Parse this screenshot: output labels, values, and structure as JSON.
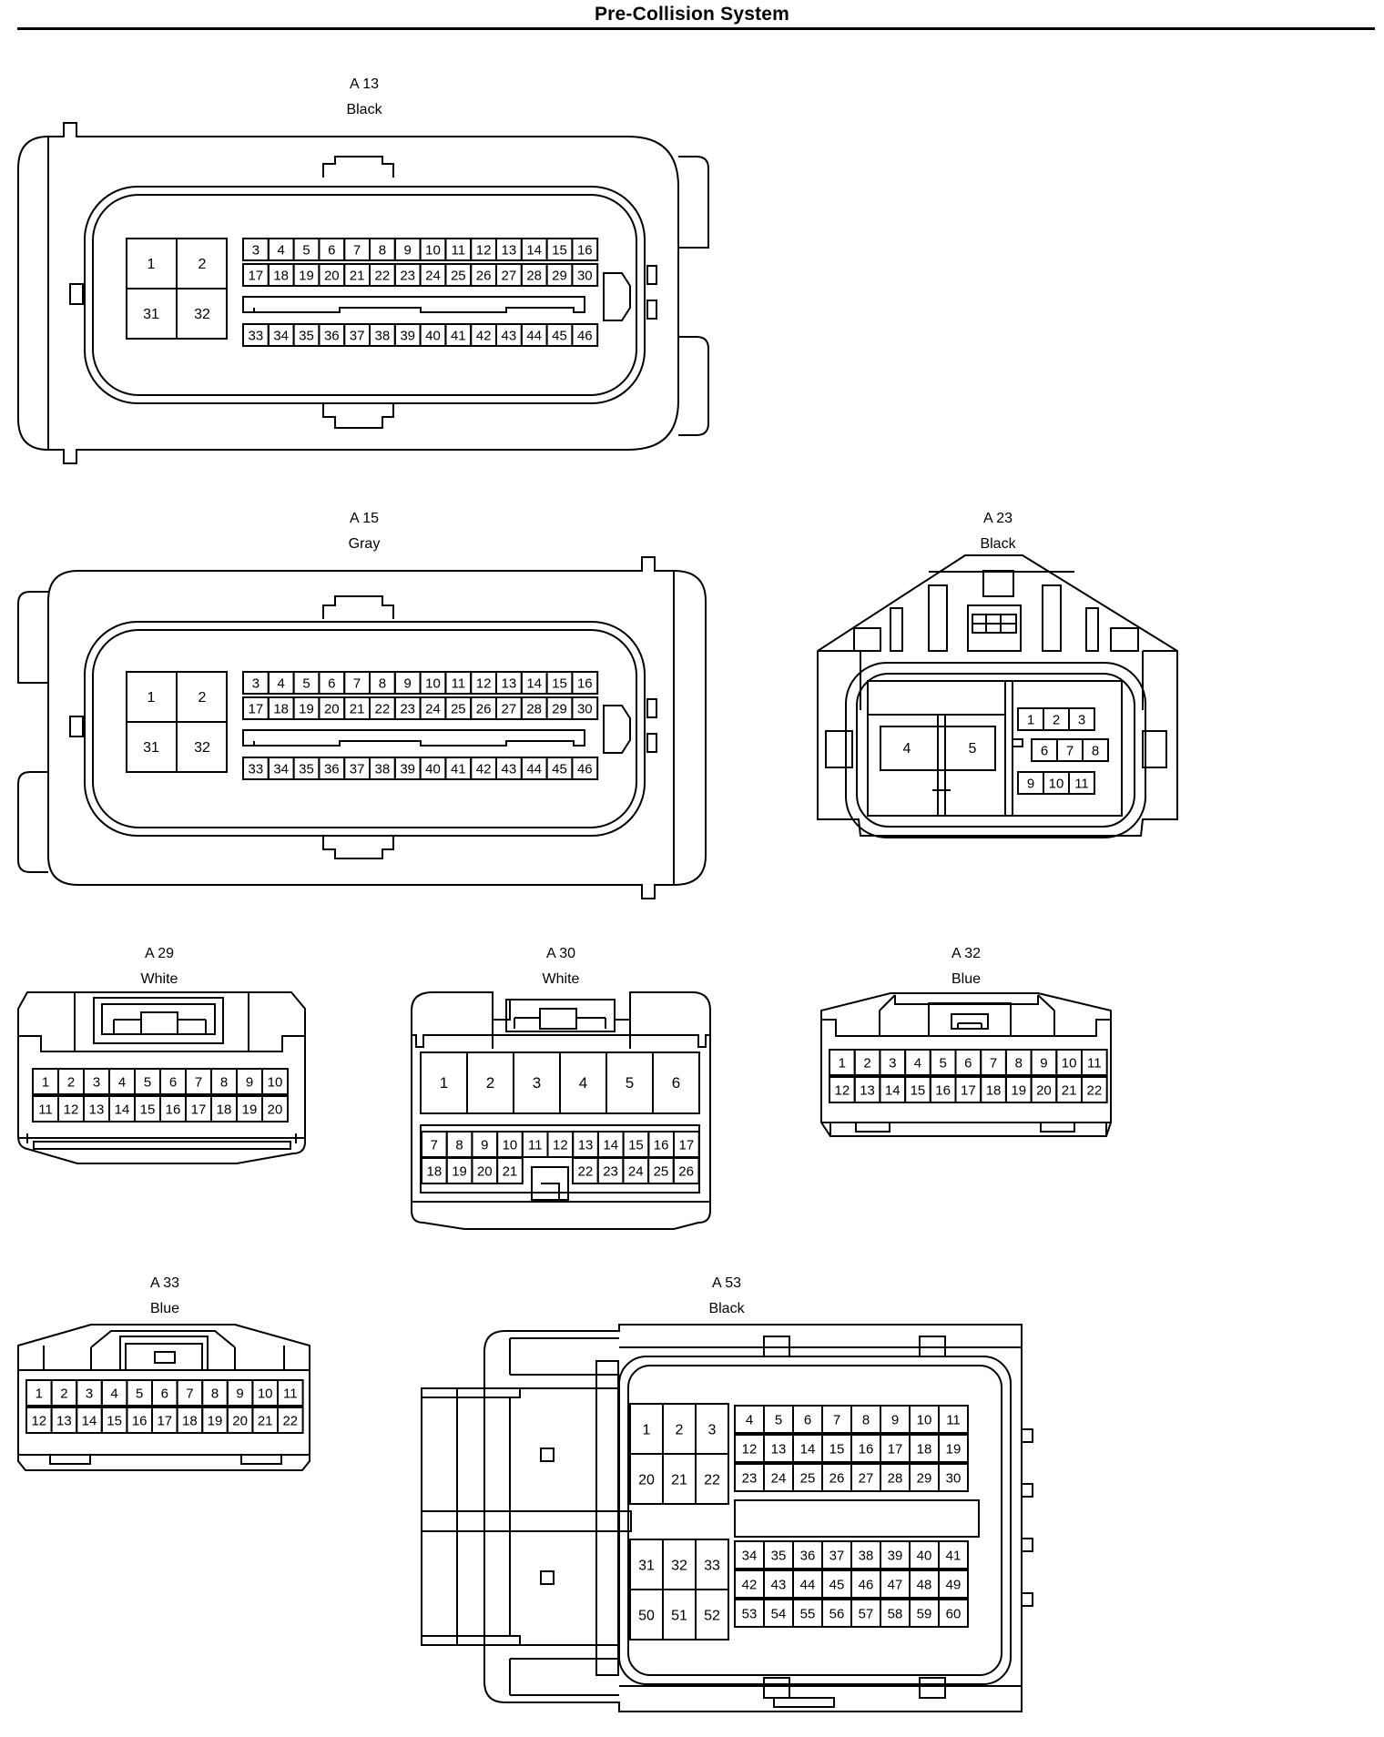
{
  "page": {
    "title": "Pre-Collision System"
  },
  "connectors": [
    {
      "id": "A 13",
      "color": "Black",
      "large_pins": [
        "1",
        "2",
        "31",
        "32"
      ],
      "rows": [
        [
          "3",
          "4",
          "5",
          "6",
          "7",
          "8",
          "9",
          "10",
          "11",
          "12",
          "13",
          "14",
          "15",
          "16"
        ],
        [
          "17",
          "18",
          "19",
          "20",
          "21",
          "22",
          "23",
          "24",
          "25",
          "26",
          "27",
          "28",
          "29",
          "30"
        ],
        [
          "33",
          "34",
          "35",
          "36",
          "37",
          "38",
          "39",
          "40",
          "41",
          "42",
          "43",
          "44",
          "45",
          "46"
        ]
      ]
    },
    {
      "id": "A 15",
      "color": "Gray",
      "large_pins": [
        "1",
        "2",
        "31",
        "32"
      ],
      "rows": [
        [
          "3",
          "4",
          "5",
          "6",
          "7",
          "8",
          "9",
          "10",
          "11",
          "12",
          "13",
          "14",
          "15",
          "16"
        ],
        [
          "17",
          "18",
          "19",
          "20",
          "21",
          "22",
          "23",
          "24",
          "25",
          "26",
          "27",
          "28",
          "29",
          "30"
        ],
        [
          "33",
          "34",
          "35",
          "36",
          "37",
          "38",
          "39",
          "40",
          "41",
          "42",
          "43",
          "44",
          "45",
          "46"
        ]
      ]
    },
    {
      "id": "A 23",
      "color": "Black",
      "large_pins": [
        "4",
        "5"
      ],
      "rows": [
        [
          "1",
          "2",
          "3"
        ],
        [
          "6",
          "7",
          "8"
        ],
        [
          "9",
          "10",
          "11"
        ]
      ]
    },
    {
      "id": "A 29",
      "color": "White",
      "rows": [
        [
          "1",
          "2",
          "3",
          "4",
          "5",
          "6",
          "7",
          "8",
          "9",
          "10"
        ],
        [
          "11",
          "12",
          "13",
          "14",
          "15",
          "16",
          "17",
          "18",
          "19",
          "20"
        ]
      ]
    },
    {
      "id": "A 30",
      "color": "White",
      "large_pins": [
        "1",
        "2",
        "3",
        "4",
        "5",
        "6"
      ],
      "rows": [
        [
          "7",
          "8",
          "9",
          "10",
          "11",
          "12",
          "13",
          "14",
          "15",
          "16",
          "17"
        ],
        [
          "18",
          "19",
          "20",
          "21"
        ],
        [
          "22",
          "23",
          "24",
          "25",
          "26"
        ]
      ]
    },
    {
      "id": "A 32",
      "color": "Blue",
      "rows": [
        [
          "1",
          "2",
          "3",
          "4",
          "5",
          "6",
          "7",
          "8",
          "9",
          "10",
          "11"
        ],
        [
          "12",
          "13",
          "14",
          "15",
          "16",
          "17",
          "18",
          "19",
          "20",
          "21",
          "22"
        ]
      ]
    },
    {
      "id": "A 33",
      "color": "Blue",
      "rows": [
        [
          "1",
          "2",
          "3",
          "4",
          "5",
          "6",
          "7",
          "8",
          "9",
          "10",
          "11"
        ],
        [
          "12",
          "13",
          "14",
          "15",
          "16",
          "17",
          "18",
          "19",
          "20",
          "21",
          "22"
        ]
      ]
    },
    {
      "id": "A 53",
      "color": "Black",
      "large_pins": [
        [
          "1",
          "2",
          "3"
        ],
        [
          "20",
          "21",
          "22"
        ],
        [
          "31",
          "32",
          "33"
        ],
        [
          "50",
          "51",
          "52"
        ]
      ],
      "rows": [
        [
          "4",
          "5",
          "6",
          "7",
          "8",
          "9",
          "10",
          "11"
        ],
        [
          "12",
          "13",
          "14",
          "15",
          "16",
          "17",
          "18",
          "19"
        ],
        [
          "23",
          "24",
          "25",
          "26",
          "27",
          "28",
          "29",
          "30"
        ],
        [
          "34",
          "35",
          "36",
          "37",
          "38",
          "39",
          "40",
          "41"
        ],
        [
          "42",
          "43",
          "44",
          "45",
          "46",
          "47",
          "48",
          "49"
        ],
        [
          "53",
          "54",
          "55",
          "56",
          "57",
          "58",
          "59",
          "60"
        ]
      ]
    }
  ]
}
